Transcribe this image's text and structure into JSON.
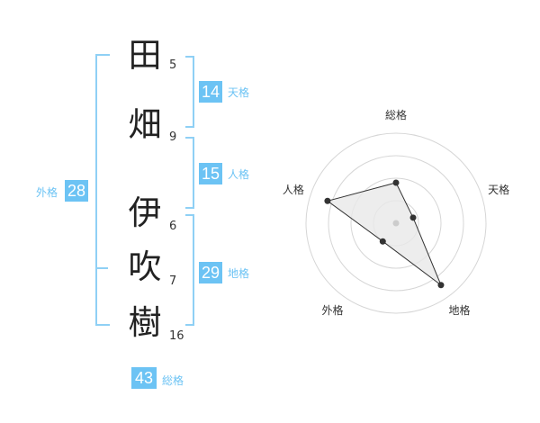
{
  "name": {
    "characters": [
      {
        "kanji": "田",
        "strokes": "5"
      },
      {
        "kanji": "畑",
        "strokes": "9"
      },
      {
        "kanji": "伊",
        "strokes": "6"
      },
      {
        "kanji": "吹",
        "strokes": "7"
      },
      {
        "kanji": "樹",
        "strokes": "16"
      }
    ]
  },
  "fortunes": {
    "tenkaku": {
      "value": "14",
      "label": "天格"
    },
    "jinkaku": {
      "value": "15",
      "label": "人格"
    },
    "chikaku": {
      "value": "29",
      "label": "地格"
    },
    "gaikaku": {
      "value": "28",
      "label": "外格"
    },
    "soukaku": {
      "value": "43",
      "label": "総格"
    }
  },
  "colors": {
    "accent": "#6cc3f4",
    "bracket": "#8fd0f5"
  },
  "chart_data": {
    "type": "radar",
    "axes": [
      "総格",
      "天格",
      "地格",
      "外格",
      "人格"
    ],
    "values": [
      0.45,
      0.2,
      0.85,
      0.25,
      0.8
    ],
    "max": 1,
    "rings": 4
  }
}
